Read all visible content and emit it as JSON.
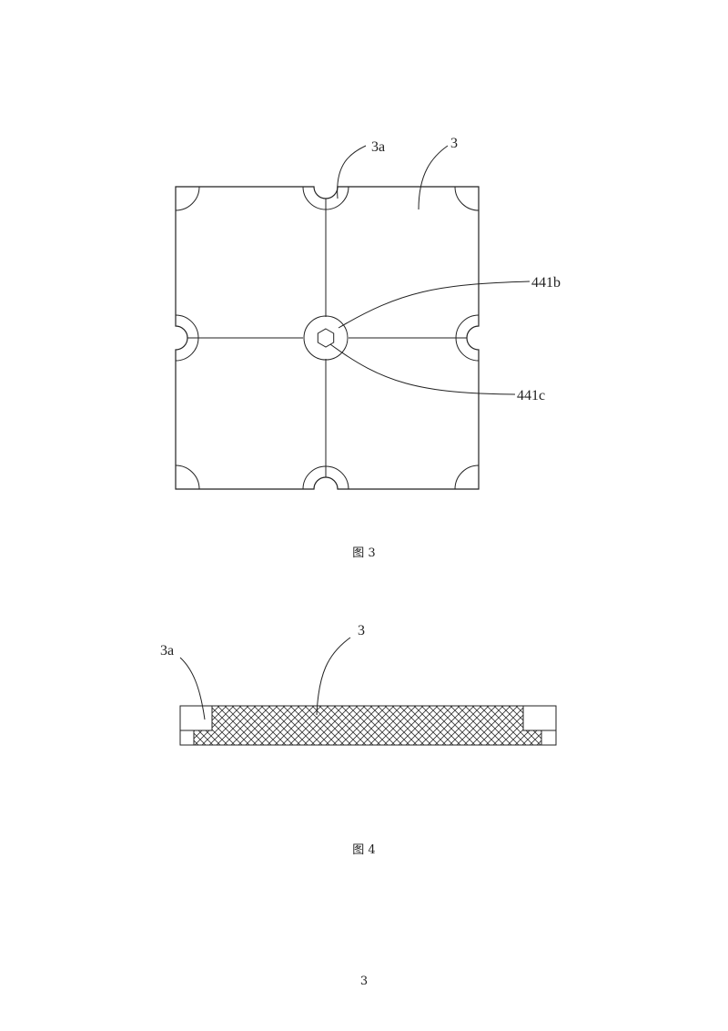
{
  "figure3": {
    "caption": "图 3",
    "labels": {
      "notch": "3a",
      "plate": "3",
      "ring": "441b",
      "hex": "441c"
    }
  },
  "figure4": {
    "caption": "图 4",
    "labels": {
      "notch": "3a",
      "plate": "3"
    }
  },
  "page_number": "3"
}
